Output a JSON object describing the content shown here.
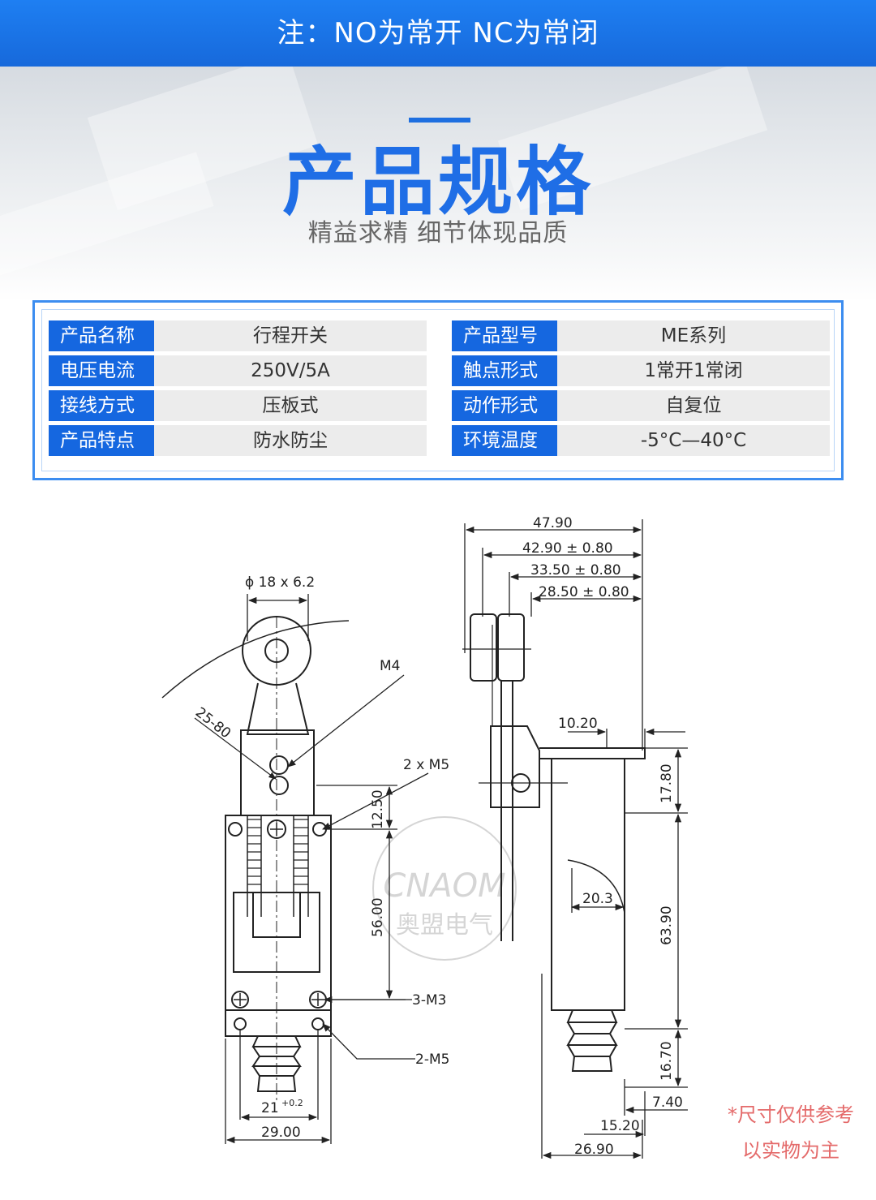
{
  "banner": {
    "text": "注：NO为常开  NC为常闭"
  },
  "header": {
    "title": "产品规格",
    "subtitle": "精益求精 细节体现品质"
  },
  "specs": {
    "left": [
      {
        "label": "产品名称",
        "value": "行程开关"
      },
      {
        "label": "电压电流",
        "value": "250V/5A"
      },
      {
        "label": "接线方式",
        "value": "压板式"
      },
      {
        "label": "产品特点",
        "value": "防水防尘"
      }
    ],
    "right": [
      {
        "label": "产品型号",
        "value": "ME系列"
      },
      {
        "label": "触点形式",
        "value": "1常开1常闭"
      },
      {
        "label": "动作形式",
        "value": "自复位"
      },
      {
        "label": "环境温度",
        "value": "-5°C—40°C"
      }
    ]
  },
  "drawing": {
    "front": {
      "roller": "ϕ 18 x 6.2",
      "radius": "25-80",
      "m4": "M4",
      "m5_pair": "2 x M5",
      "dim_12_50": "12.50",
      "dim_56_00": "56.00",
      "m3": "3-M3",
      "m5_bottom": "2-M5",
      "dim_21": "21",
      "dim_21_tol": "+0.2",
      "dim_29": "29.00"
    },
    "side": {
      "dim_47_90": "47.90",
      "dim_42_90": "42.90 ± 0.80",
      "dim_33_50": "33.50 ± 0.80",
      "dim_28_50": "28.50 ± 0.80",
      "dim_10_20": "10.20",
      "dim_17_80": "17.80",
      "dim_20_3": "20.3",
      "dim_63_90": "63.90",
      "dim_16_70": "16.70",
      "dim_7_40": "7.40",
      "dim_15_20": "15.20",
      "dim_26_90": "26.90"
    },
    "watermark": {
      "brand": "CNAOM",
      "name": "奥盟电气"
    }
  },
  "note": {
    "line1": "*尺寸仅供参考",
    "line2": "以实物为主"
  },
  "colors": {
    "brand_blue": "#1567e0",
    "banner_blue": "#1e7ff2",
    "note_red": "#e46a6a"
  }
}
